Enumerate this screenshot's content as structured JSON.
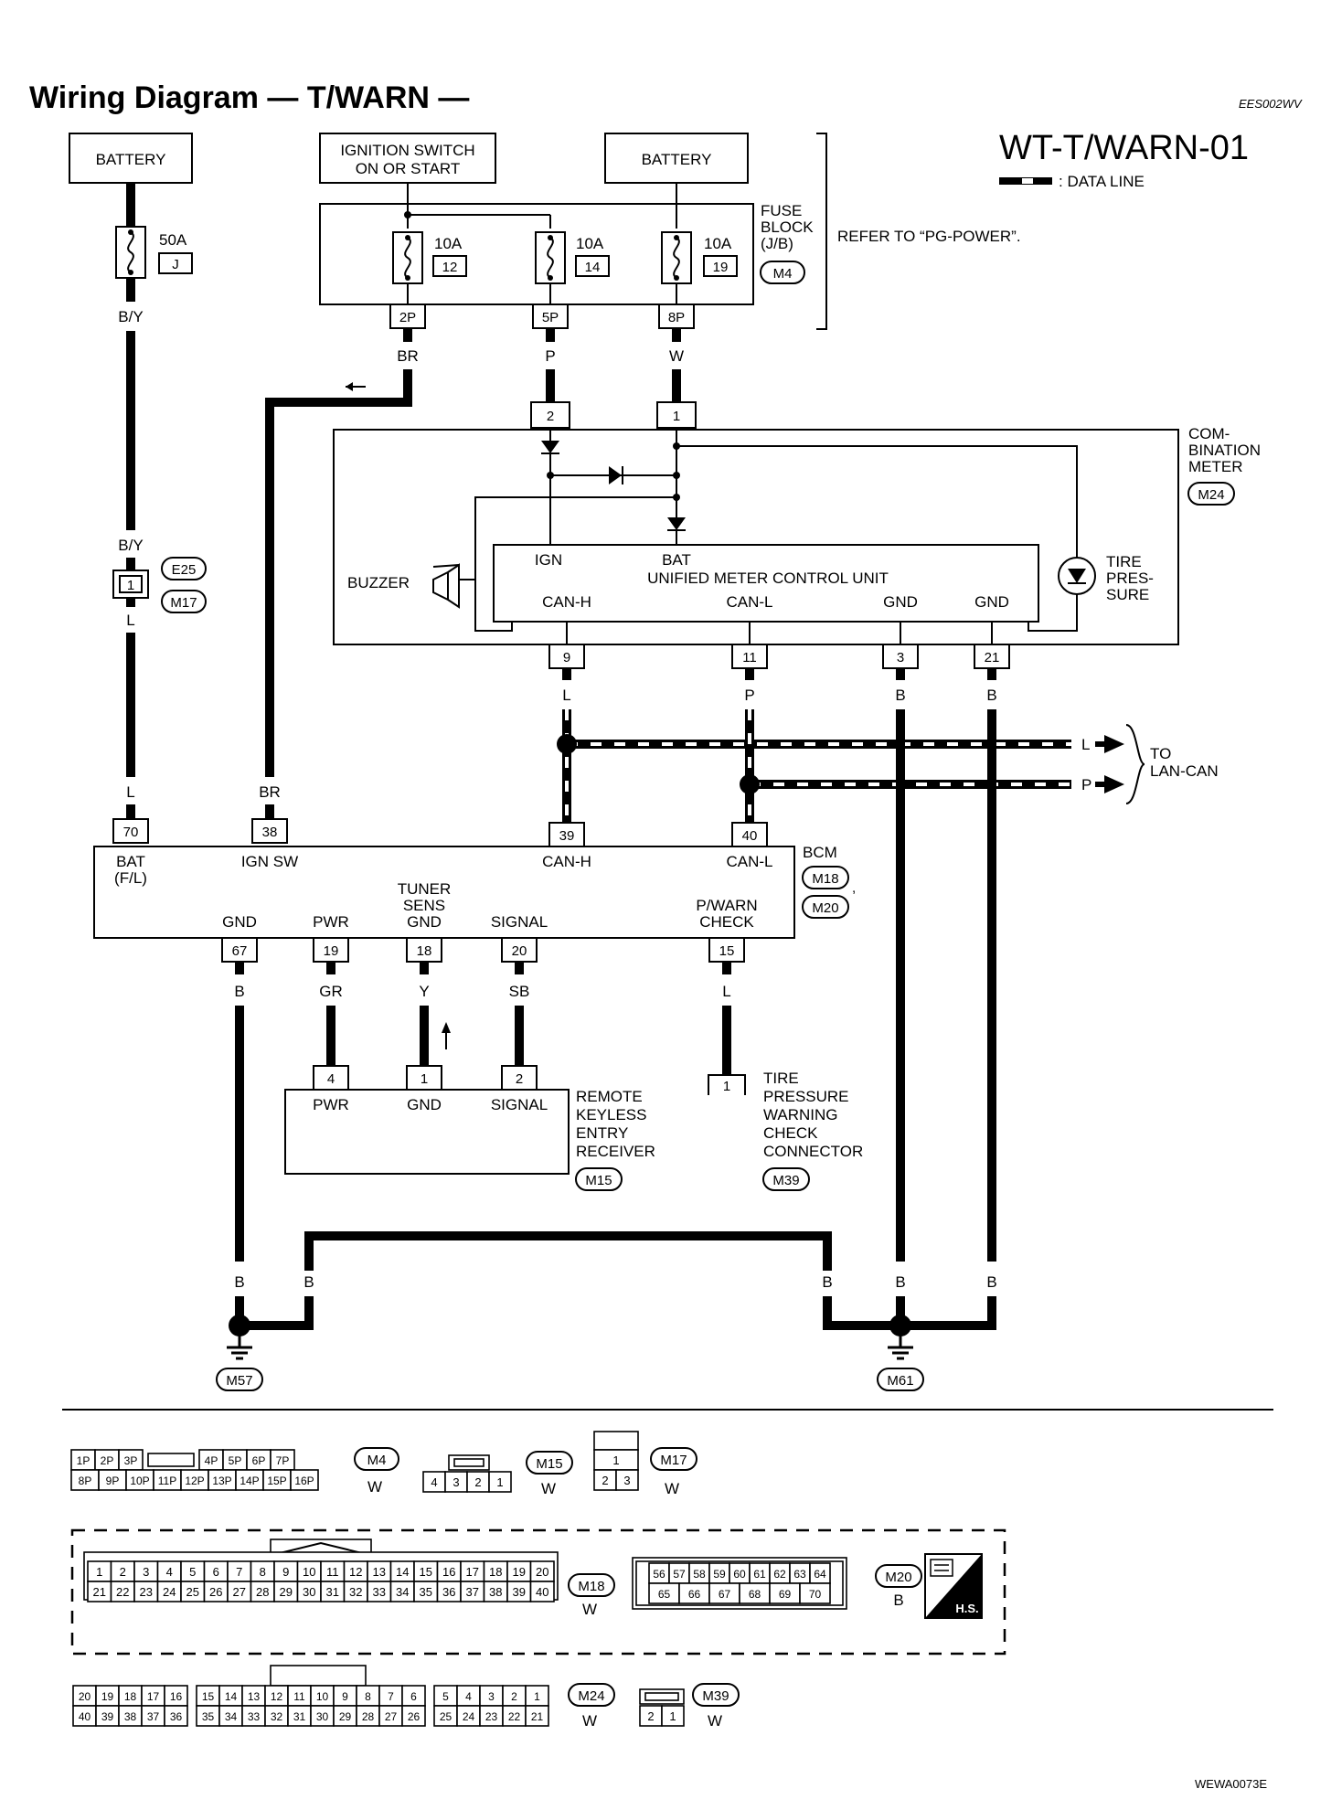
{
  "header": {
    "title": "Wiring Diagram — T/WARN —",
    "code": "EES002WV",
    "diagram_id": "WT-T/WARN-01",
    "legend_data_line": ": DATA LINE",
    "footer_code": "WEWA0073E"
  },
  "sources": {
    "battery_left": "BATTERY",
    "ignition_l1": "IGNITION SWITCH",
    "ignition_l2": "ON OR START",
    "battery_right": "BATTERY"
  },
  "fuse_block": {
    "label_l1": "FUSE",
    "label_l2": "BLOCK",
    "label_l3": "(J/B)",
    "connector": "M4",
    "refer": "REFER TO “PG-POWER”.",
    "main_fuse_rating": "50A",
    "main_fuse_id": "J",
    "fuses": [
      {
        "rating": "10A",
        "number": "12",
        "terminal": "2P",
        "wire": "BR"
      },
      {
        "rating": "10A",
        "number": "14",
        "terminal": "5P",
        "wire": "P"
      },
      {
        "rating": "10A",
        "number": "19",
        "terminal": "8P",
        "wire": "W"
      }
    ]
  },
  "wires": {
    "by": "B/Y",
    "l": "L",
    "br": "BR",
    "b": "B",
    "gr": "GR",
    "y": "Y",
    "sb": "SB",
    "p": "P"
  },
  "combination_meter": {
    "label_l1": "COM-",
    "label_l2": "BINATION",
    "label_l3": "METER",
    "connector": "M24",
    "pin_2": "2",
    "pin_1": "1",
    "buzzer": "BUZZER",
    "unit": "UNIFIED METER CONTROL UNIT",
    "ign": "IGN",
    "bat": "BAT",
    "can_h": "CAN-H",
    "can_l": "CAN-L",
    "gnd": "GND",
    "tire_l1": "TIRE",
    "tire_l2": "PRES-",
    "tire_l3": "SURE",
    "pins_bottom": [
      "9",
      "11",
      "3",
      "21"
    ]
  },
  "intermediate": {
    "pin": "1",
    "conn_a": "E25",
    "conn_b": "M17"
  },
  "lan": {
    "l1": "TO",
    "l2": "LAN-CAN",
    "wire_l": "L",
    "wire_p": "P"
  },
  "bcm": {
    "label": "BCM",
    "conn_a": "M18",
    "conn_b": "M20",
    "pins_top": [
      "70",
      "38",
      "39",
      "40"
    ],
    "bat": "BAT",
    "bat_sub": "(F/L)",
    "ign_sw": "IGN SW",
    "can_h": "CAN-H",
    "can_l": "CAN-L",
    "tuner_l1": "TUNER",
    "tuner_l2": "SENS",
    "tuner_l3": "GND",
    "gnd": "GND",
    "pwr": "PWR",
    "signal": "SIGNAL",
    "pwarn_l1": "P/WARN",
    "pwarn_l2": "CHECK",
    "pins_bottom": [
      "67",
      "19",
      "18",
      "20",
      "15"
    ]
  },
  "receiver": {
    "l1": "REMOTE",
    "l2": "KEYLESS",
    "l3": "ENTRY",
    "l4": "RECEIVER",
    "connector": "M15",
    "pins": [
      "4",
      "1",
      "2"
    ],
    "pwr": "PWR",
    "gnd": "GND",
    "signal": "SIGNAL"
  },
  "check_connector": {
    "pin": "1",
    "l1": "TIRE",
    "l2": "PRESSURE",
    "l3": "WARNING",
    "l4": "CHECK",
    "l5": "CONNECTOR",
    "connector": "M39"
  },
  "grounds": {
    "left": "M57",
    "right": "M61"
  },
  "connector_views": {
    "m4": {
      "id": "M4",
      "color": "W",
      "top": [
        "1P",
        "2P",
        "3P",
        "4P",
        "5P",
        "6P",
        "7P"
      ],
      "bottom": [
        "8P",
        "9P",
        "10P",
        "11P",
        "12P",
        "13P",
        "14P",
        "15P",
        "16P"
      ]
    },
    "m15": {
      "id": "M15",
      "color": "W",
      "cells": [
        "4",
        "3",
        "2",
        "1"
      ]
    },
    "m17": {
      "id": "M17",
      "color": "W",
      "top": "1",
      "bottom": [
        "2",
        "3"
      ]
    },
    "m18": {
      "id": "M18",
      "color": "W",
      "top": [
        "1",
        "2",
        "3",
        "4",
        "5",
        "6",
        "7",
        "8",
        "9",
        "10",
        "11",
        "12",
        "13",
        "14",
        "15",
        "16",
        "17",
        "18",
        "19",
        "20"
      ],
      "bottom": [
        "21",
        "22",
        "23",
        "24",
        "25",
        "26",
        "27",
        "28",
        "29",
        "30",
        "31",
        "32",
        "33",
        "34",
        "35",
        "36",
        "37",
        "38",
        "39",
        "40"
      ]
    },
    "m20": {
      "id": "M20",
      "color": "B",
      "top": [
        "56",
        "57",
        "58",
        "59",
        "60",
        "61",
        "62",
        "63",
        "64"
      ],
      "bottom": [
        "65",
        "66",
        "67",
        "68",
        "69",
        "70"
      ]
    },
    "hs": "H.S.",
    "m24": {
      "id": "M24",
      "color": "W",
      "top": [
        "20",
        "19",
        "18",
        "17",
        "16",
        "15",
        "14",
        "13",
        "12",
        "11",
        "10",
        "9",
        "8",
        "7",
        "6",
        "5",
        "4",
        "3",
        "2",
        "1"
      ],
      "bottom": [
        "40",
        "39",
        "38",
        "37",
        "36",
        "35",
        "34",
        "33",
        "32",
        "31",
        "30",
        "29",
        "28",
        "27",
        "26",
        "25",
        "24",
        "23",
        "22",
        "21"
      ]
    },
    "m39": {
      "id": "M39",
      "color": "W",
      "cells": [
        "2",
        "1"
      ]
    }
  }
}
